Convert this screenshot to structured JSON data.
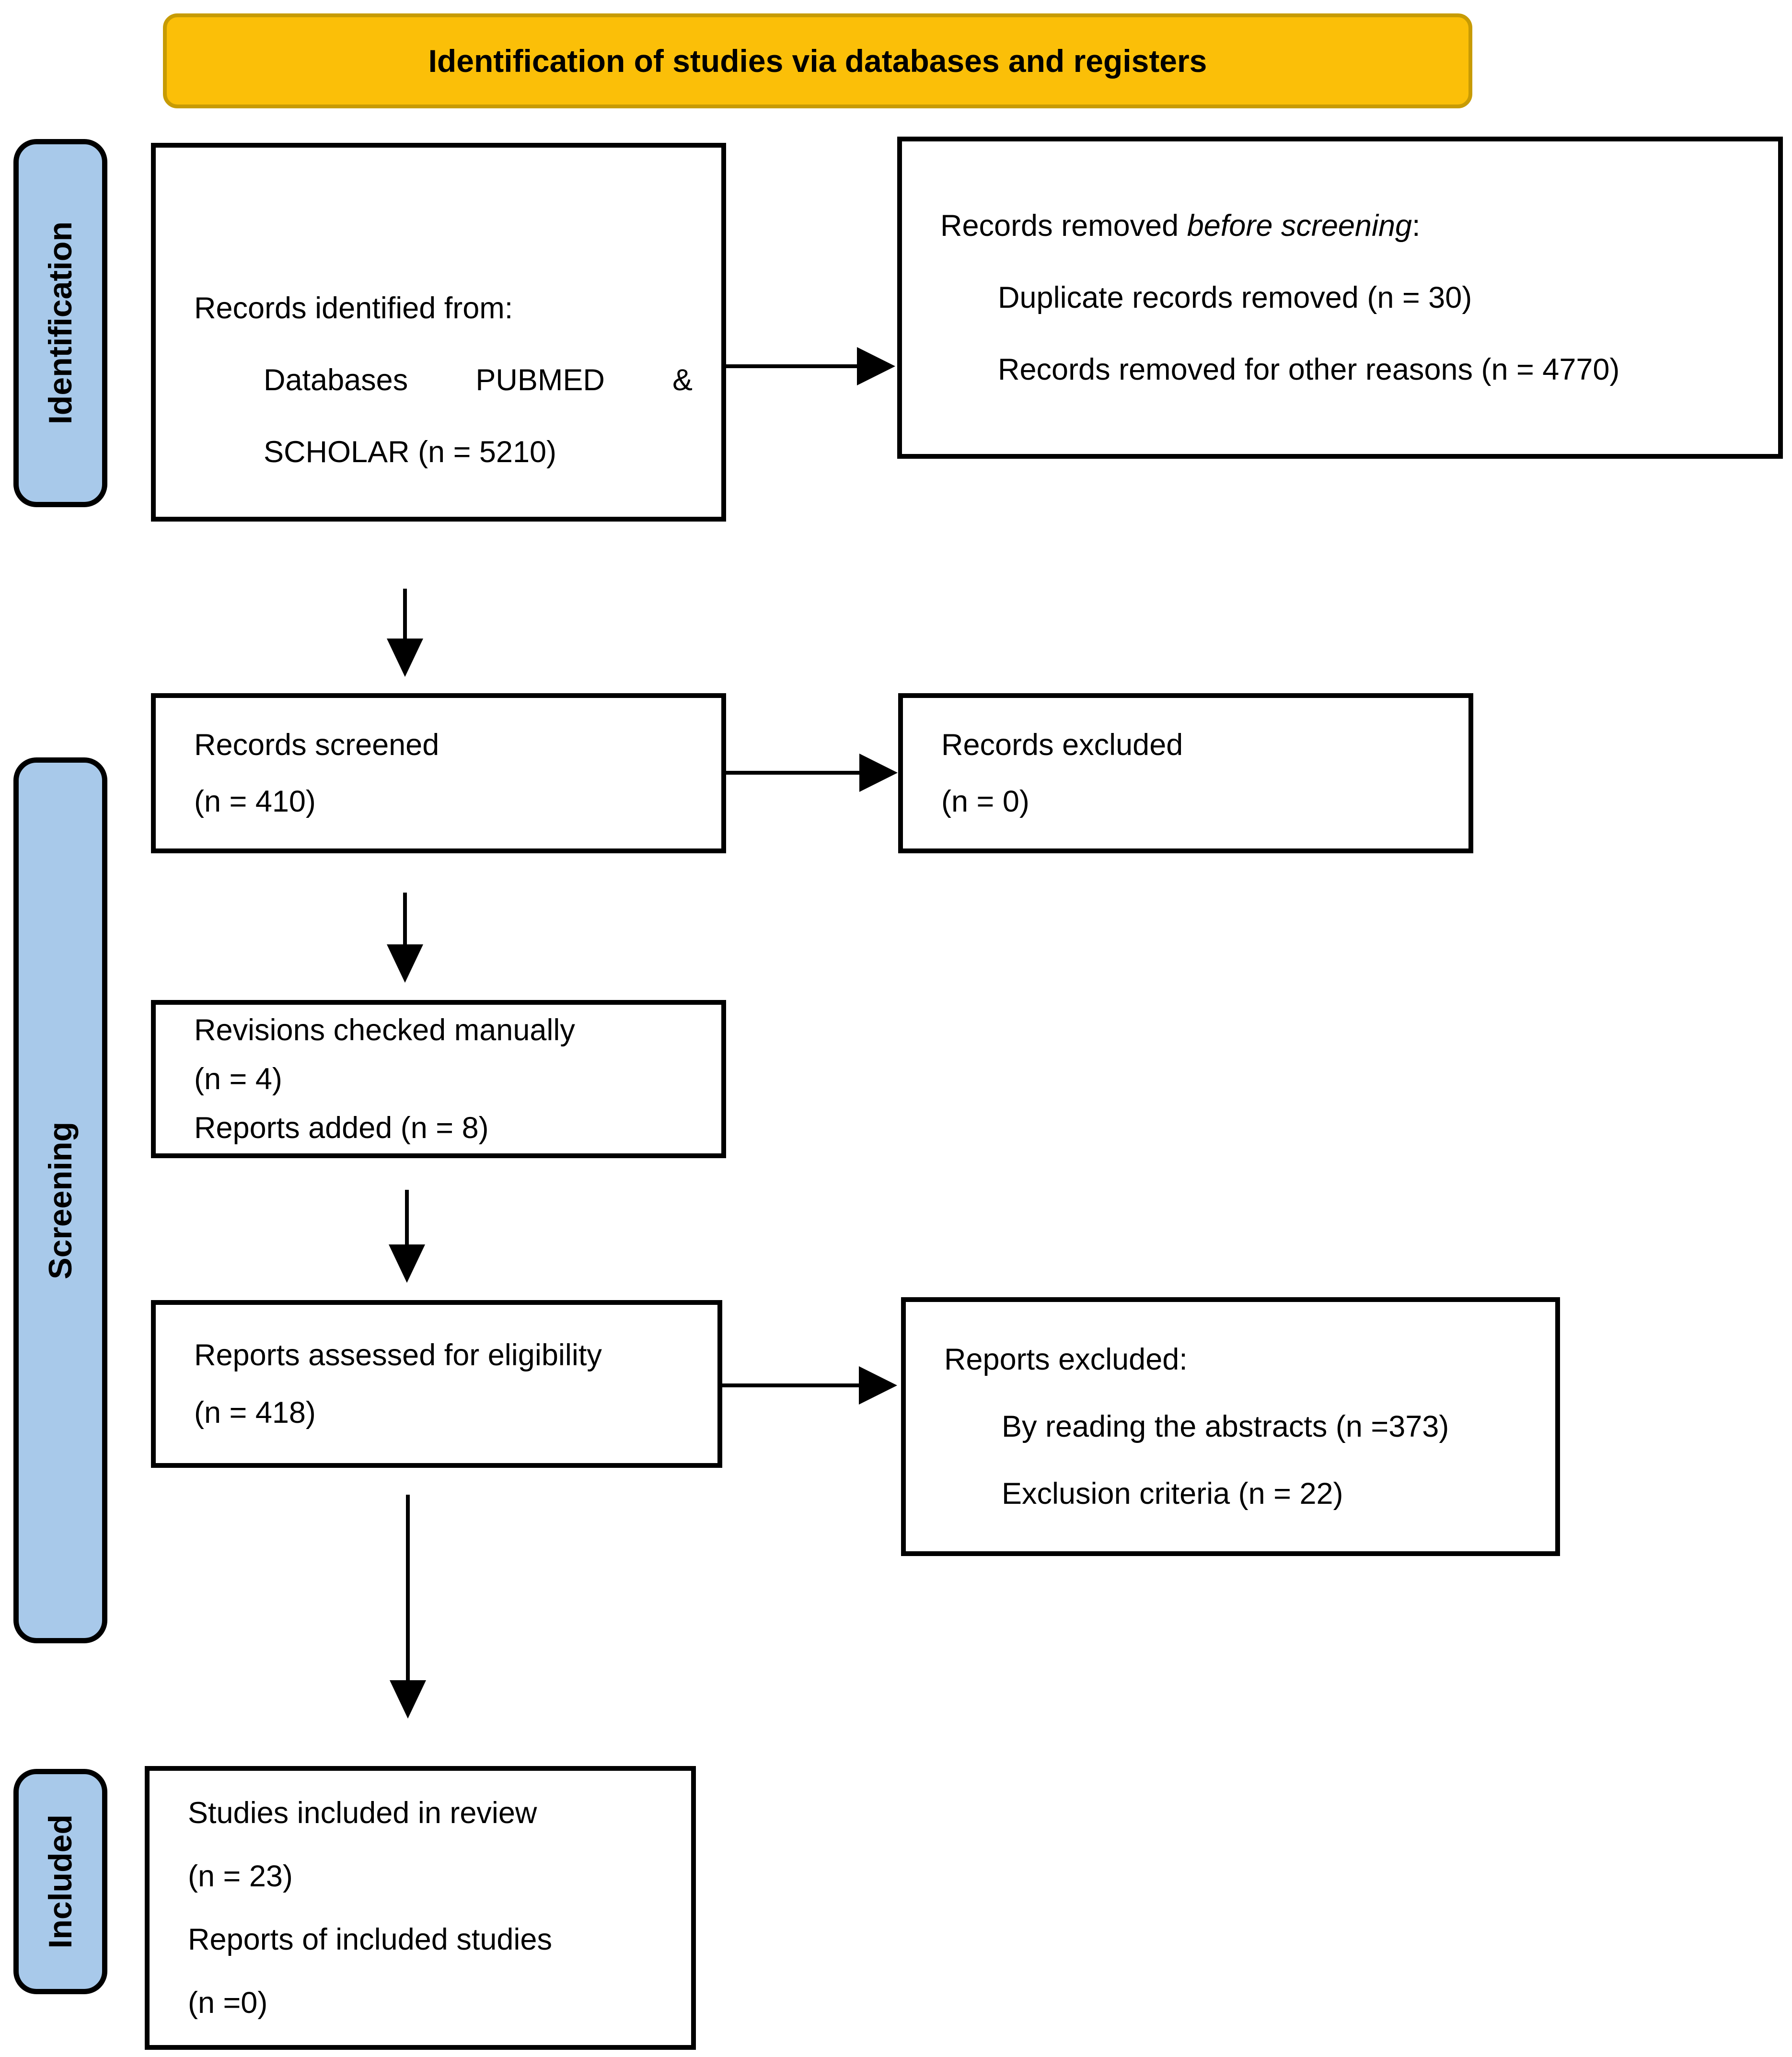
{
  "banner": {
    "title": "Identification of studies via databases and registers"
  },
  "sidebar": {
    "identification": "Identification",
    "screening": "Screening",
    "included": "Included"
  },
  "boxes": {
    "records_identified": {
      "title": "Records identified from:",
      "database_words": [
        "Databases",
        "PUBMED",
        "&"
      ],
      "scholar_line": "SCHOLAR (n = 5210)"
    },
    "records_removed": {
      "title_prefix": "Records removed ",
      "title_italic": "before screening",
      "title_suffix": ":",
      "items": [
        "Duplicate records removed (n = 30)",
        "Records removed for other reasons (n = 4770)"
      ]
    },
    "records_screened": {
      "lines": [
        "Records screened",
        "(n = 410)"
      ]
    },
    "records_excluded": {
      "lines": [
        "Records excluded",
        "(n = 0)"
      ]
    },
    "revisions_checked": {
      "lines": [
        "Revisions checked manually",
        "(n = 4)",
        "Reports added (n = 8)"
      ]
    },
    "reports_assessed": {
      "lines": [
        "Reports assessed for eligibility",
        "(n = 418)"
      ]
    },
    "reports_excluded": {
      "title": "Reports excluded:",
      "items": [
        "By reading the abstracts (n =373)",
        "Exclusion criteria (n = 22)"
      ]
    },
    "studies_included": {
      "lines": [
        "Studies included in review",
        "(n = 23)",
        "Reports of included studies",
        "(n =0)"
      ]
    }
  },
  "colors": {
    "banner_fill": "#FBBF08",
    "banner_border": "#C79B04",
    "sidebar_fill": "#A8C9EA",
    "box_background": "#FFFFFF",
    "box_border": "#000000",
    "arrow": "#000000",
    "text": "#000000"
  }
}
